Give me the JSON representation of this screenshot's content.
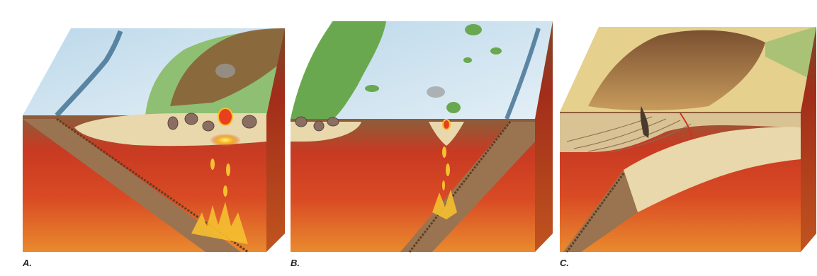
{
  "figure": {
    "panels": [
      {
        "label": "A."
      },
      {
        "label": "B."
      },
      {
        "label": "C."
      }
    ]
  },
  "colors": {
    "ocean": "#cde3f0",
    "ocean_deep": "#9fc4dc",
    "trench": "#3c6d8f",
    "crust_tan": "#e8d8ac",
    "lithosphere_brown": "#8b5e3b",
    "slab_brown": "#9a7450",
    "mantle_red": "#c83a22",
    "mantle_orange": "#e0702a",
    "magma": "#f5c030",
    "vegetation": "#6aa84f",
    "mountain_brown": "#8a5a32"
  }
}
